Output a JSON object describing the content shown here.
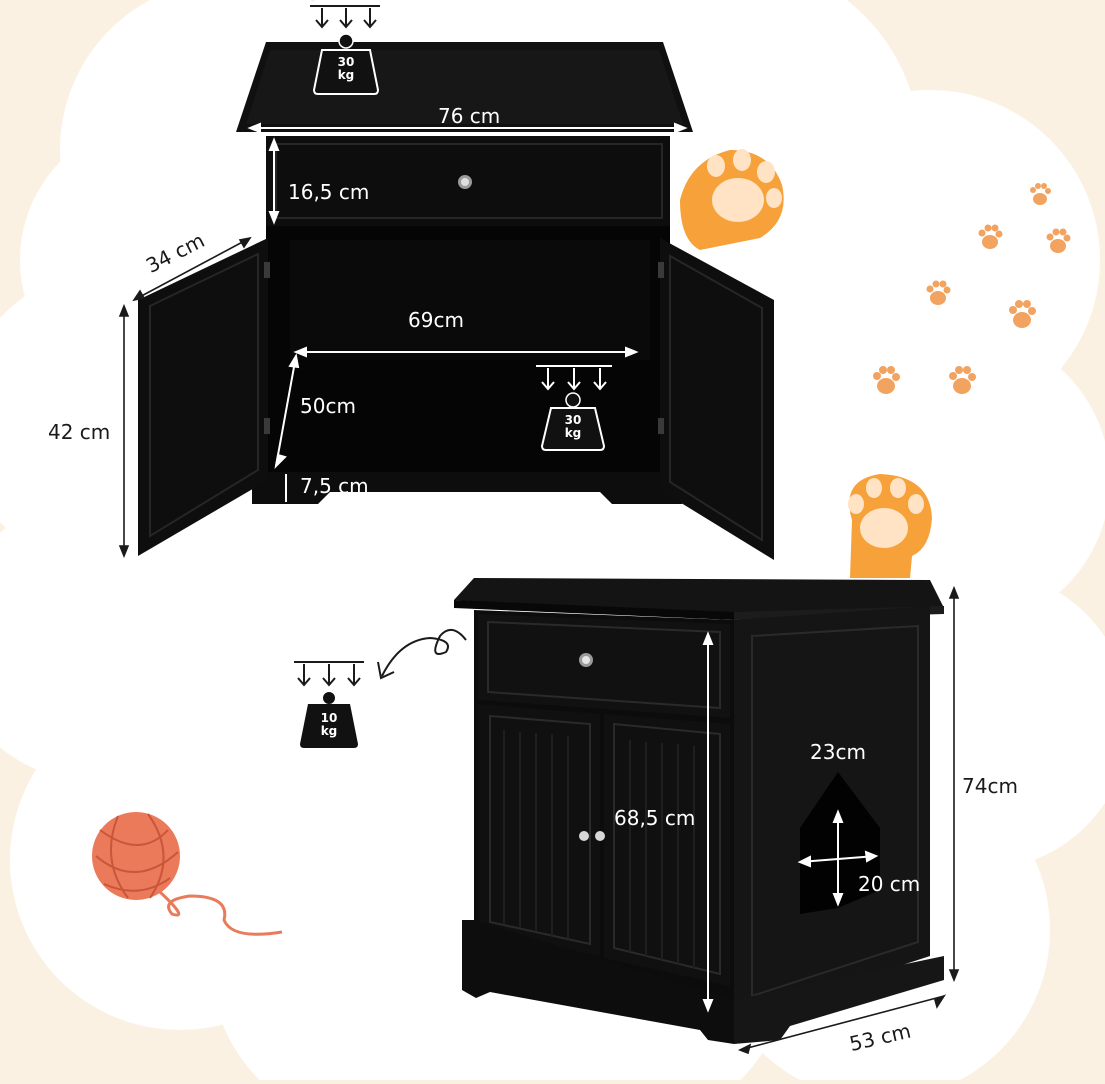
{
  "dimensions": {
    "top_width": "76 cm",
    "drawer_height": "16,5 cm",
    "depth_top": "34 cm",
    "inner_width": "69cm",
    "inner_depth": "50cm",
    "base_height": "7,5 cm",
    "door_height": "42 cm",
    "side_opening_width": "23cm",
    "side_opening_height": "20 cm",
    "total_height": "74cm",
    "cabinet_height": "68,5 cm",
    "depth_bottom": "53 cm"
  },
  "weights": {
    "top_load": {
      "value": "30",
      "unit": "kg"
    },
    "shelf_load": {
      "value": "30",
      "unit": "kg"
    },
    "drawer_load": {
      "value": "10",
      "unit": "kg"
    }
  },
  "colors": {
    "background": "#fbf1e3",
    "cloud": "#ffffff",
    "cabinet": "#0d0d0d",
    "paw": "#f6a13a",
    "yarn": "#ea7a5a"
  },
  "icons": [
    "paw-print-icon",
    "cat-paw-icon",
    "yarn-ball-icon",
    "weight-icon",
    "down-arrows-icon",
    "curved-arrow-icon"
  ]
}
